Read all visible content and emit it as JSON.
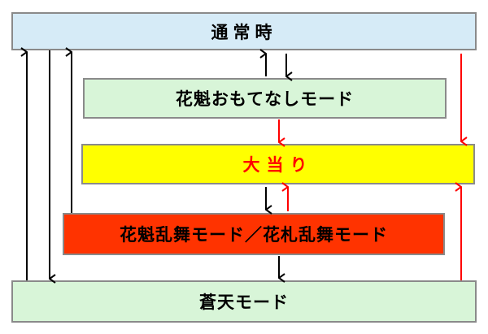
{
  "states": {
    "normal": "通常時",
    "oiran": "花魁おもてなしモード",
    "jackpot": "大当り",
    "ranbu": "花魁乱舞モード／花札乱舞モード",
    "soten": "蒼天モード"
  },
  "colors": {
    "normal_fill": "#d6ebf7",
    "mode_fill": "#d8f5d8",
    "jackpot_fill": "#ffff00",
    "jackpot_text": "#ff0000",
    "ranbu_fill": "#ff3300",
    "arrow_black": "#000000",
    "arrow_red": "#ff0000"
  }
}
